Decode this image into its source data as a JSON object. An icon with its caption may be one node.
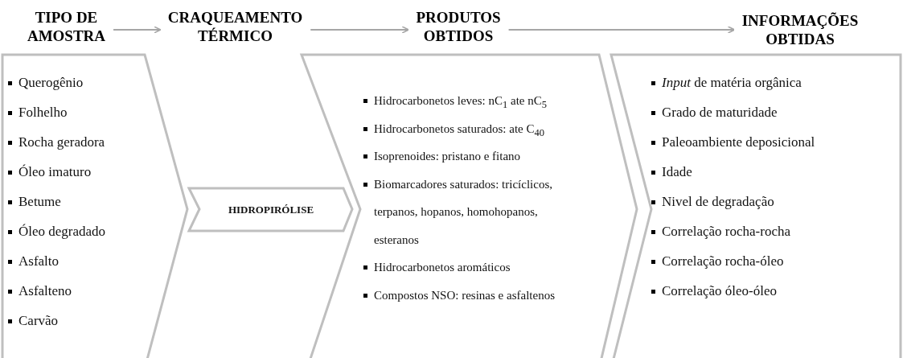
{
  "diagram": {
    "nodes": [
      {
        "text": [
          "TIPO DE AMOSTRA"
        ]
      },
      {
        "text": [
          "CRAQUEAMENTO TÉRMICO"
        ]
      },
      {
        "text": [
          "PRODUTOS OBTIDOS"
        ]
      },
      {
        "text": [
          "INFORMAÇÕES OBTIDAS"
        ]
      },
      {
        "text": [
          "Querogênio",
          "Folhelho",
          "Rocha geradora",
          "Óleo imaturo",
          "Betume",
          "Óleo degradado",
          "Asfalto",
          "Asfalteno",
          "Carvão"
        ]
      },
      {
        "text": [
          "HIDROPIRÓLISE"
        ]
      },
      {
        "text": [
          "Hidrocarbonetos leves: nC$_{1}$ ate nC$_{5}$",
          "Hidrocarbonetos saturados: ate C$_{40}$",
          "Isoprenoides: pristano e fitano",
          "Biomarcadores saturados: tricíclicos, terpanos, hopanos, homohopanos, esteranos",
          "Hidrocarbonetos aromáticos",
          "Compostos NSO: resinas e asfaltenos"
        ]
      },
      {
        "text": [
          "*Input* de matéria orgânica",
          "Grado de maturidade",
          "Paleoambiente deposicional",
          "Idade",
          "Nivel de degradação",
          "Correlação rocha-rocha",
          "Correlação rocha-óleo",
          "Correlação óleo-óleo"
        ]
      }
    ],
    "edges": [
      {
        "from": 0,
        "to": 1,
        "arrow": "to"
      },
      {
        "from": 1,
        "to": 2,
        "arrow": "to"
      },
      {
        "from": 2,
        "to": 3,
        "arrow": "to"
      }
    ]
  }
}
